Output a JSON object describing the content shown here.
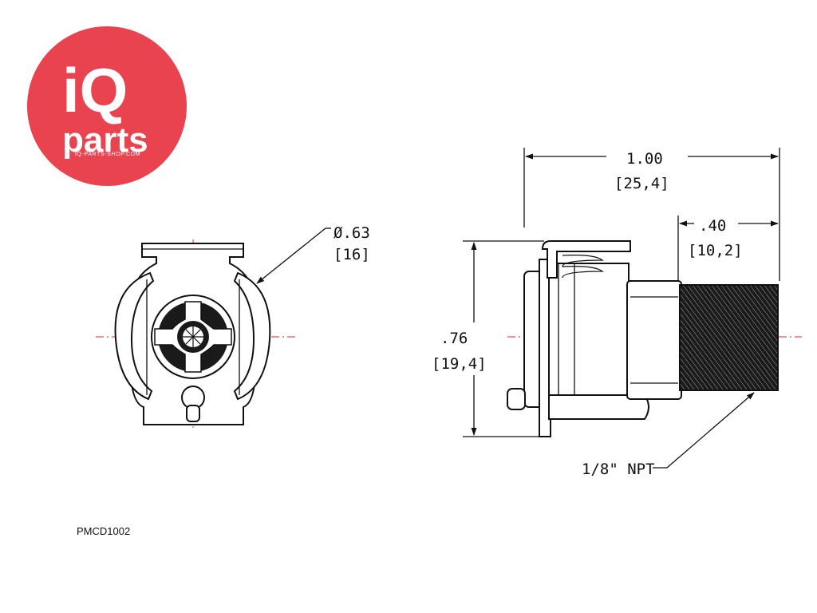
{
  "logo": {
    "brand_top": "iQ",
    "brand_bottom": "parts",
    "url": "IQ-PARTS-SHOP.COM",
    "color": "#e8434f"
  },
  "dimensions": {
    "diameter_in": "Ø.63",
    "diameter_mm": "[16]",
    "length_in": "1.00",
    "length_mm": "[25,4]",
    "thread_len_in": ".40",
    "thread_len_mm": "[10,2]",
    "height_in": ".76",
    "height_mm": "[19,4]",
    "thread_spec": "1/8\" NPT"
  },
  "part_number": "PMCD1002"
}
